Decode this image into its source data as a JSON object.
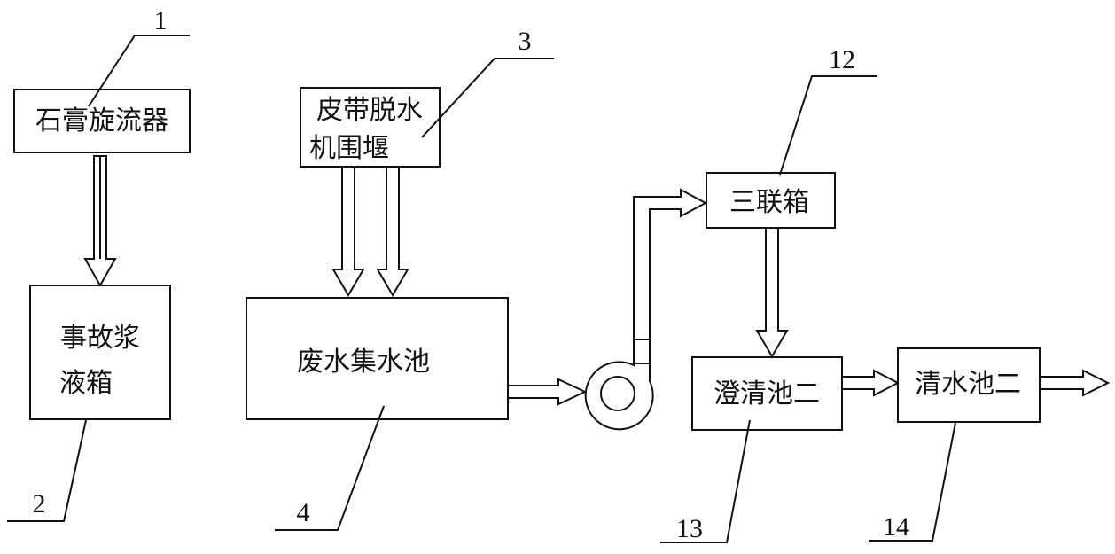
{
  "nodes": {
    "gypsum_cyclone": {
      "label": "石膏旋流器",
      "ref": "1"
    },
    "accident_tank": {
      "line1": "事故浆",
      "line2": "液箱",
      "ref": "2"
    },
    "belt_dewater_weir": {
      "line1": "皮带脱水",
      "line2": "机围堰",
      "ref": "3"
    },
    "wastewater_pit": {
      "label": "废水集水池",
      "ref": "4"
    },
    "triple_tank": {
      "label": "三联箱",
      "ref": "12"
    },
    "clarifier_2": {
      "label": "澄清池二",
      "ref": "13"
    },
    "clean_water_pool_2": {
      "label": "清水池二",
      "ref": "14"
    }
  },
  "colors": {
    "line": "#111111",
    "fill": "#ffffff"
  }
}
